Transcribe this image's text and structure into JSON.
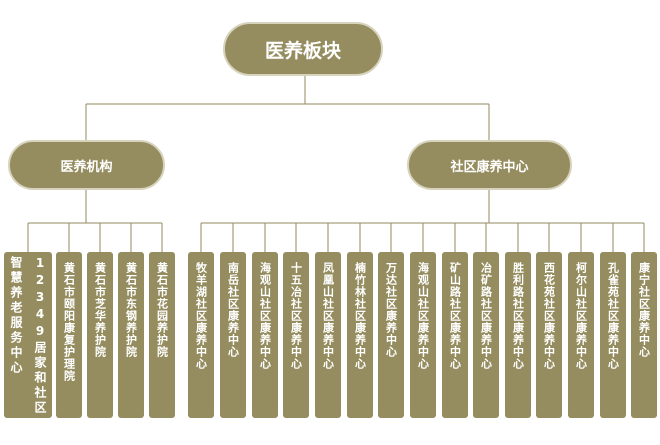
{
  "root": {
    "label": "医养板块"
  },
  "branches": [
    {
      "label": "医养机构",
      "leaves": [
        "12349居家和社区智慧养老服务中心",
        "黄石市颐阳康复护理院",
        "黄石市芝华养护院",
        "黄石市东钢养护院",
        "黄石市花园养护院"
      ]
    },
    {
      "label": "社区康养中心",
      "leaves": [
        "牧羊湖社区康养中心",
        "南岳社区康养中心",
        "海观山社区康养中心",
        "十五冶社区康养中心",
        "凤凰山社区康养中心",
        "楠竹林社区康养中心",
        "万达社区康养中心",
        "海观山社区康养中心",
        "矿山路社区康养中心",
        "冶矿路社区康养中心",
        "胜利路社区康养中心",
        "西花苑社区康养中心",
        "柯尔山社区康养中心",
        "孔雀苑社区康养中心",
        "康宁社区康养中心"
      ]
    }
  ],
  "colors": {
    "node_fill": "#958d5f",
    "node_border": "#d7d3bd",
    "connector": "#938a62",
    "text": "#ffffff"
  }
}
